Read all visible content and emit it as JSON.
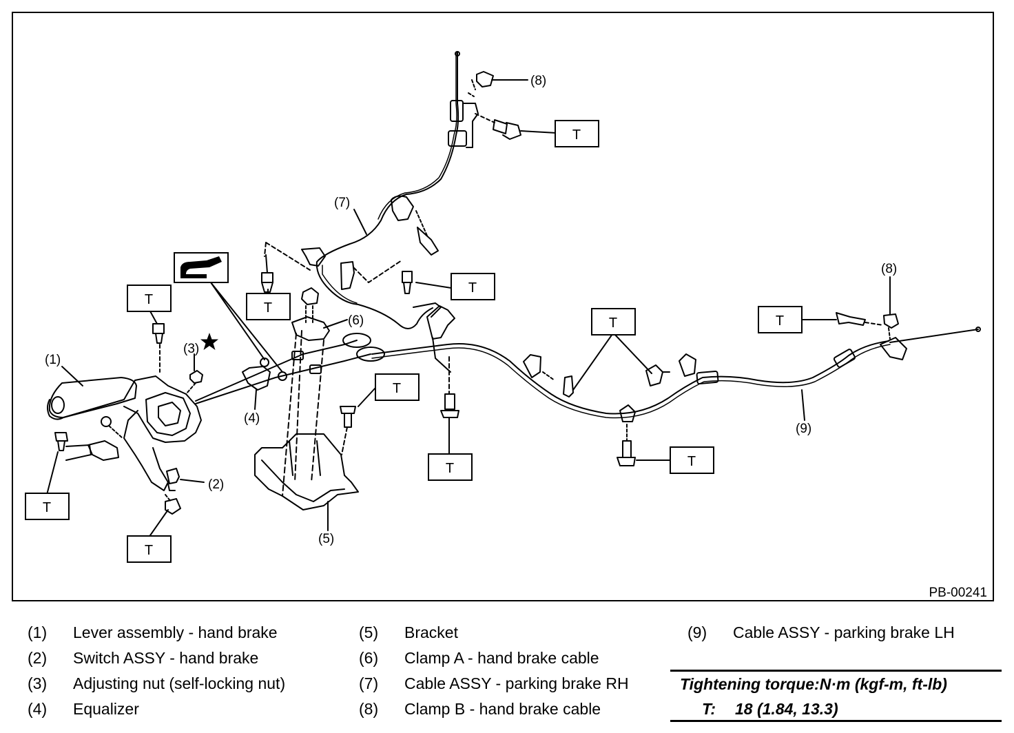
{
  "figure_code": "PB-00241",
  "torque_marker": "T",
  "callouts": {
    "c1": "(1)",
    "c2": "(2)",
    "c3": "(3)",
    "c4": "(4)",
    "c5": "(5)",
    "c6": "(6)",
    "c7": "(7)",
    "c8a": "(8)",
    "c8b": "(8)",
    "c9": "(9)"
  },
  "legend": [
    {
      "num": "(1)",
      "text": "Lever assembly - hand brake"
    },
    {
      "num": "(2)",
      "text": "Switch ASSY - hand brake"
    },
    {
      "num": "(3)",
      "text": "Adjusting nut (self-locking nut)"
    },
    {
      "num": "(4)",
      "text": "Equalizer"
    },
    {
      "num": "(5)",
      "text": "Bracket"
    },
    {
      "num": "(6)",
      "text": "Clamp A - hand brake cable"
    },
    {
      "num": "(7)",
      "text": "Cable ASSY - parking brake RH"
    },
    {
      "num": "(8)",
      "text": "Clamp B - hand brake cable"
    },
    {
      "num": "(9)",
      "text": "Cable ASSY - parking brake LH"
    }
  ],
  "torque": {
    "title": "Tightening torque:N·m (kgf-m, ft-lb)",
    "label": "T:",
    "value": "18 (1.84, 13.3)"
  },
  "icons": [
    "star-icon",
    "grease-icon"
  ]
}
